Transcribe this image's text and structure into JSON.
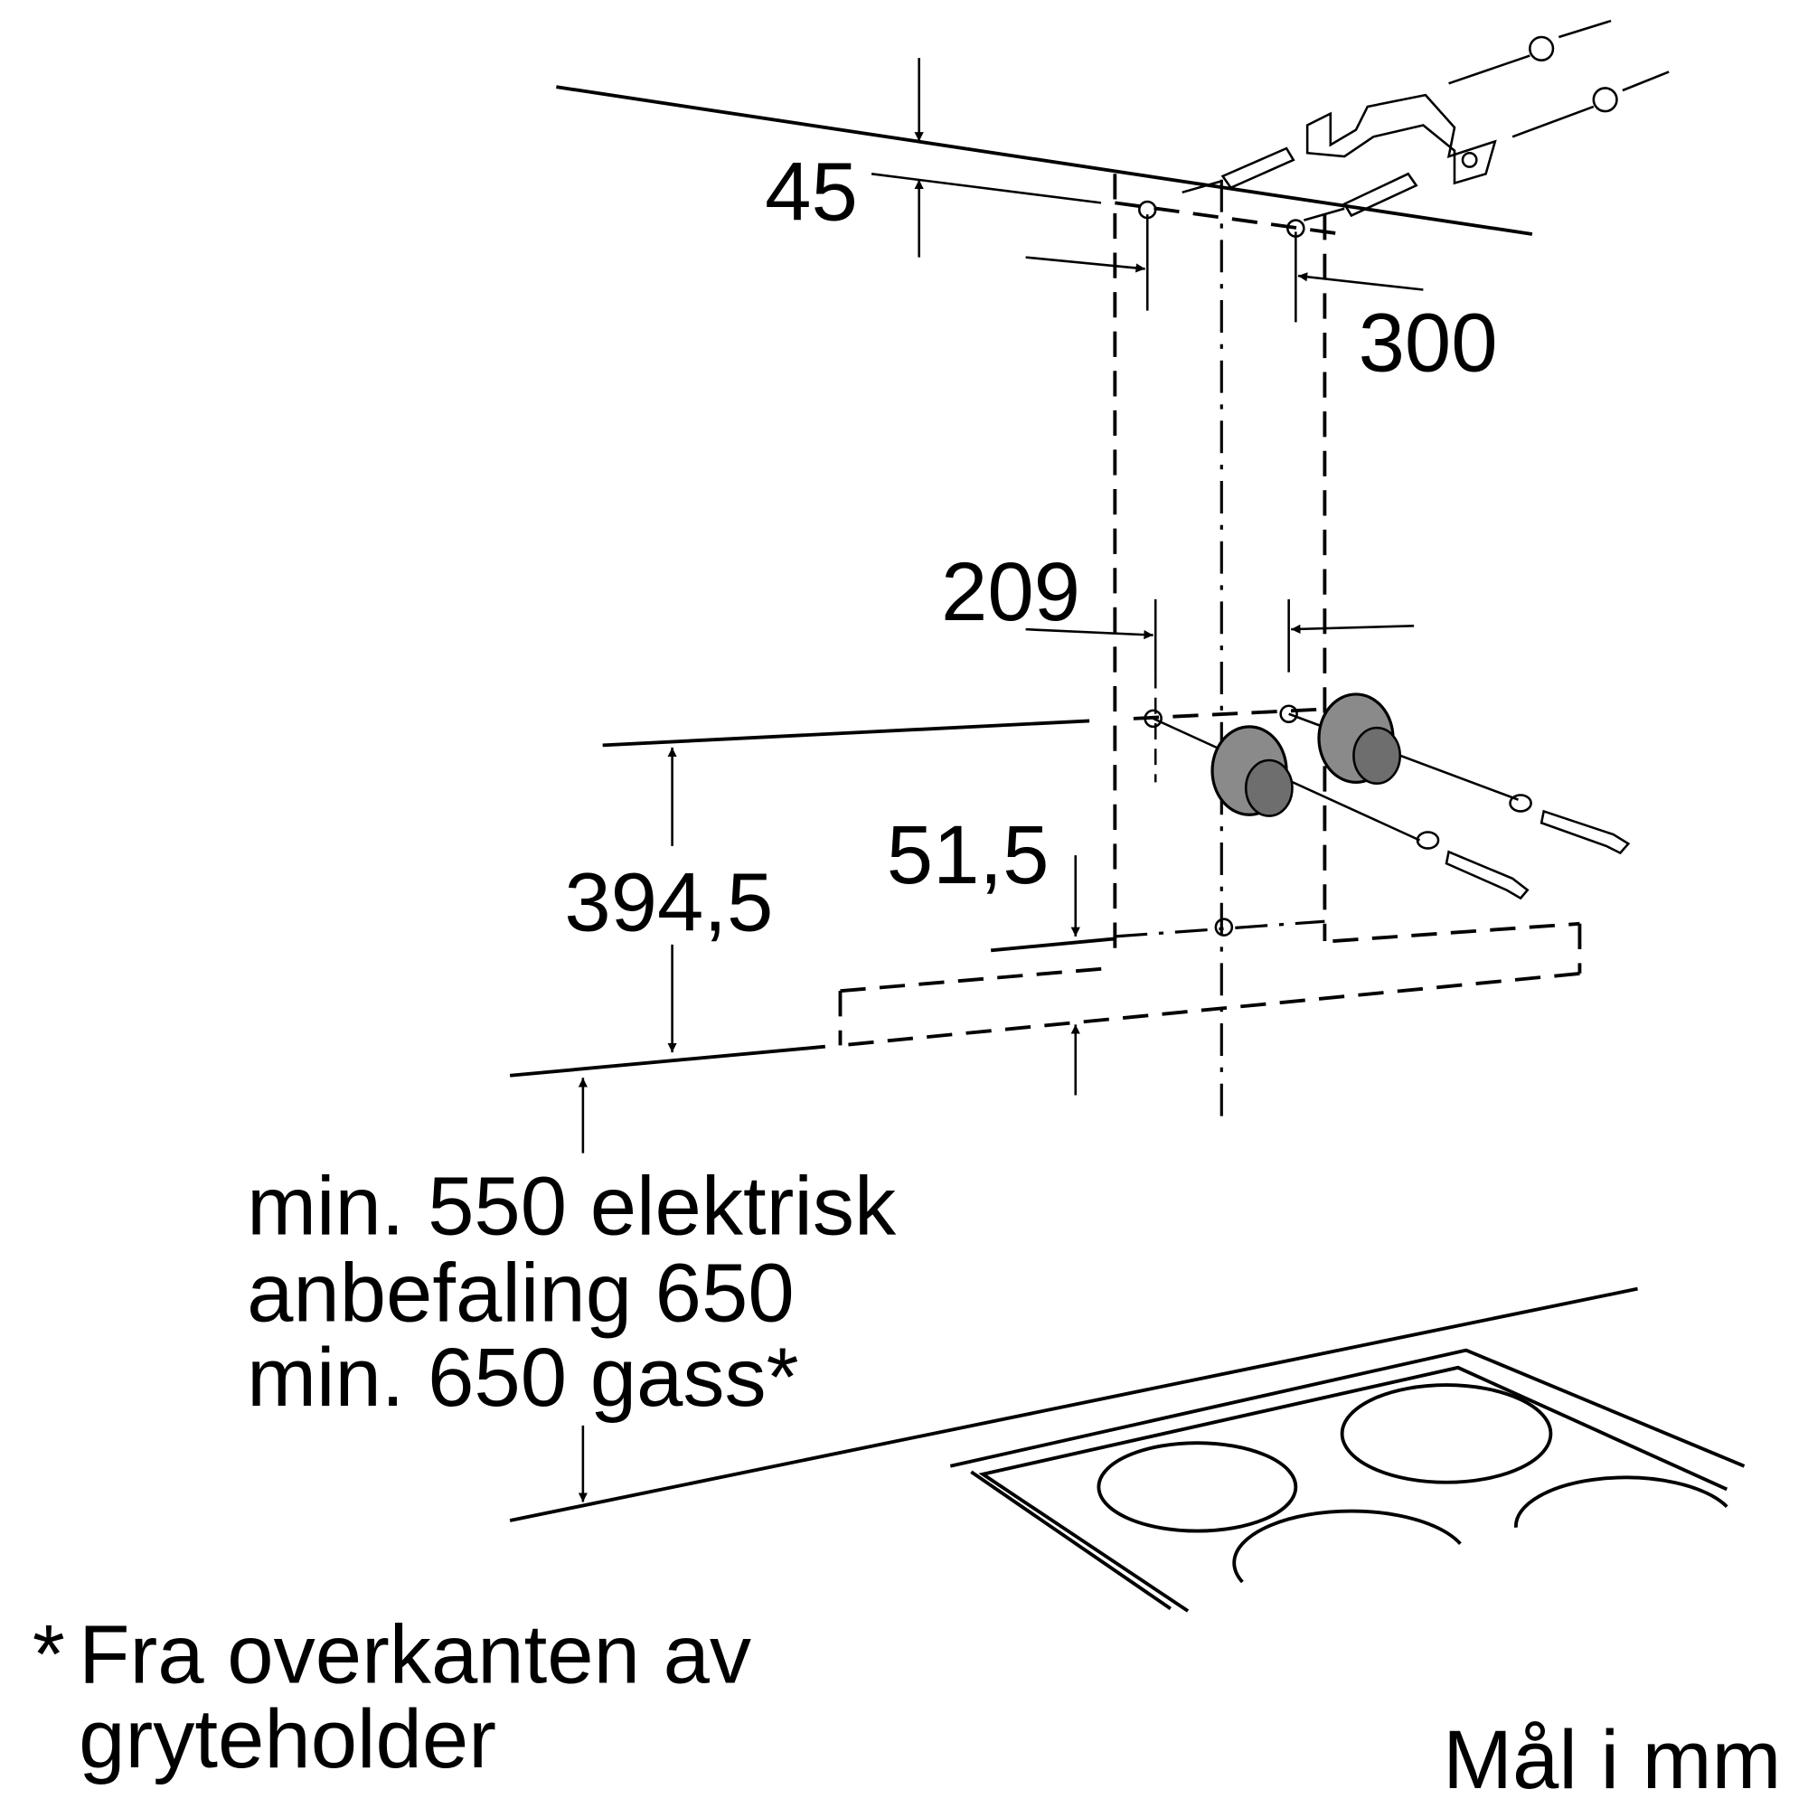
{
  "dimensions": {
    "d45": "45",
    "d300": "300",
    "d209": "209",
    "d394": "394,5",
    "d51": "51,5"
  },
  "clearance": {
    "line1": "min. 550 elektrisk",
    "line2": "anbefaling 650",
    "line3": "min. 650 gass*"
  },
  "footnote": {
    "marker": "*",
    "line1": "Fra overkanten av",
    "line2": "gryteholder"
  },
  "units_label": "Mål i mm",
  "colors": {
    "ink": "#000000",
    "fitting": "#8a8a8a"
  }
}
